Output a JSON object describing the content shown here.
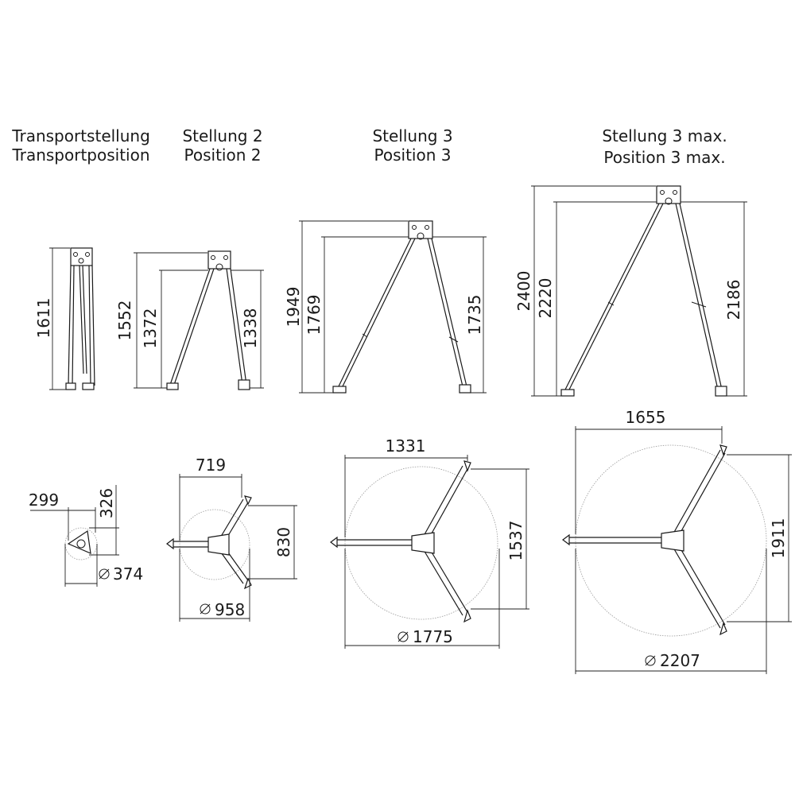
{
  "titles": {
    "transport": {
      "de": "Transportstellung",
      "en": "Transportposition"
    },
    "pos2": {
      "de": "Stellung 2",
      "en": "Position 2"
    },
    "pos3": {
      "de": "Stellung 3",
      "en": "Position 3"
    },
    "pos3max": {
      "de": "Stellung 3 max.",
      "en": "Position 3 max."
    }
  },
  "side_dims": {
    "transport": {
      "total": "1611"
    },
    "pos2": {
      "total": "1552",
      "inner": "1372",
      "leg": "1338"
    },
    "pos3": {
      "total": "1949",
      "inner": "1769",
      "leg": "1735"
    },
    "pos3max": {
      "total": "2400",
      "inner": "2220",
      "leg": "2186"
    }
  },
  "top_dims": {
    "transport": {
      "width": "299",
      "depth": "326",
      "diameter": "374"
    },
    "pos2": {
      "width": "719",
      "depth": "830",
      "diameter": "958"
    },
    "pos3": {
      "width": "1331",
      "depth": "1537",
      "diameter": "1775"
    },
    "pos3max": {
      "width": "1655",
      "depth": "1911",
      "diameter": "2207"
    }
  }
}
